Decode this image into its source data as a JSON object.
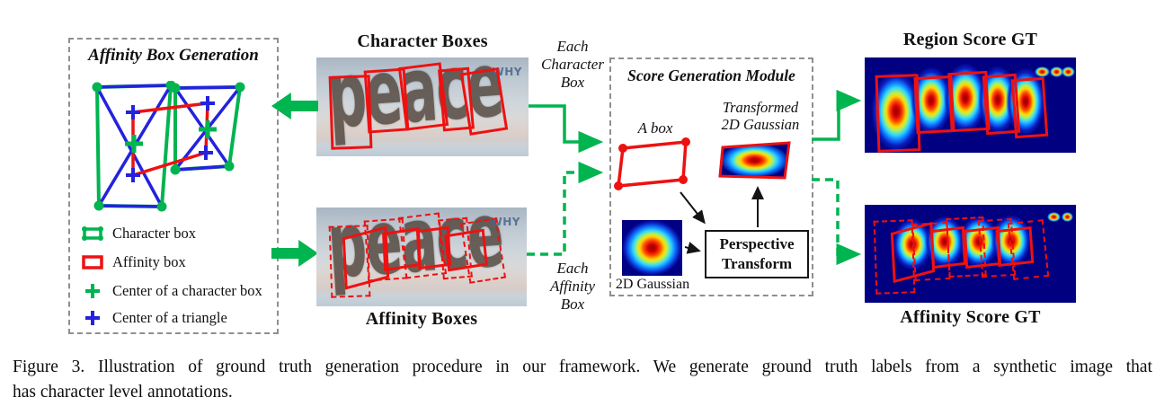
{
  "figure": {
    "caption_line1": "Figure 3. Illustration of ground truth generation procedure in our framework. We generate ground truth labels from a synthetic image that",
    "caption_line2": "has character level annotations."
  },
  "panel_left": {
    "title": "Affinity Box Generation",
    "legend": [
      {
        "icon": "character-box-icon",
        "label": "Character box"
      },
      {
        "icon": "affinity-box-icon",
        "label": "Affinity box"
      },
      {
        "icon": "green-cross-icon",
        "label": "Center of a character box"
      },
      {
        "icon": "blue-cross-icon",
        "label": "Center of a triangle"
      }
    ]
  },
  "character_boxes": {
    "title": "Character Boxes",
    "word": "peace",
    "watermark": "WHY"
  },
  "affinity_boxes": {
    "title": "Affinity Boxes",
    "word": "peace",
    "watermark": "WHY"
  },
  "connectors": {
    "each_character_box": [
      "Each",
      "Character",
      "Box"
    ],
    "each_affinity_box": [
      "Each",
      "Affinity",
      "Box"
    ]
  },
  "score_module": {
    "title": "Score Generation Module",
    "a_box_label": "A box",
    "transformed_label": [
      "Transformed",
      "2D Gaussian"
    ],
    "gaussian_label": "2D Gaussian",
    "perspective_label": [
      "Perspective",
      "Transform"
    ]
  },
  "region_score": {
    "title": "Region Score GT"
  },
  "affinity_score": {
    "title": "Affinity Score GT"
  },
  "colors": {
    "green": "#00b44f",
    "red": "#ee1111",
    "blue": "#2323dd",
    "heatmap_background": "#000080",
    "panel_border": "#8f8f8f"
  }
}
